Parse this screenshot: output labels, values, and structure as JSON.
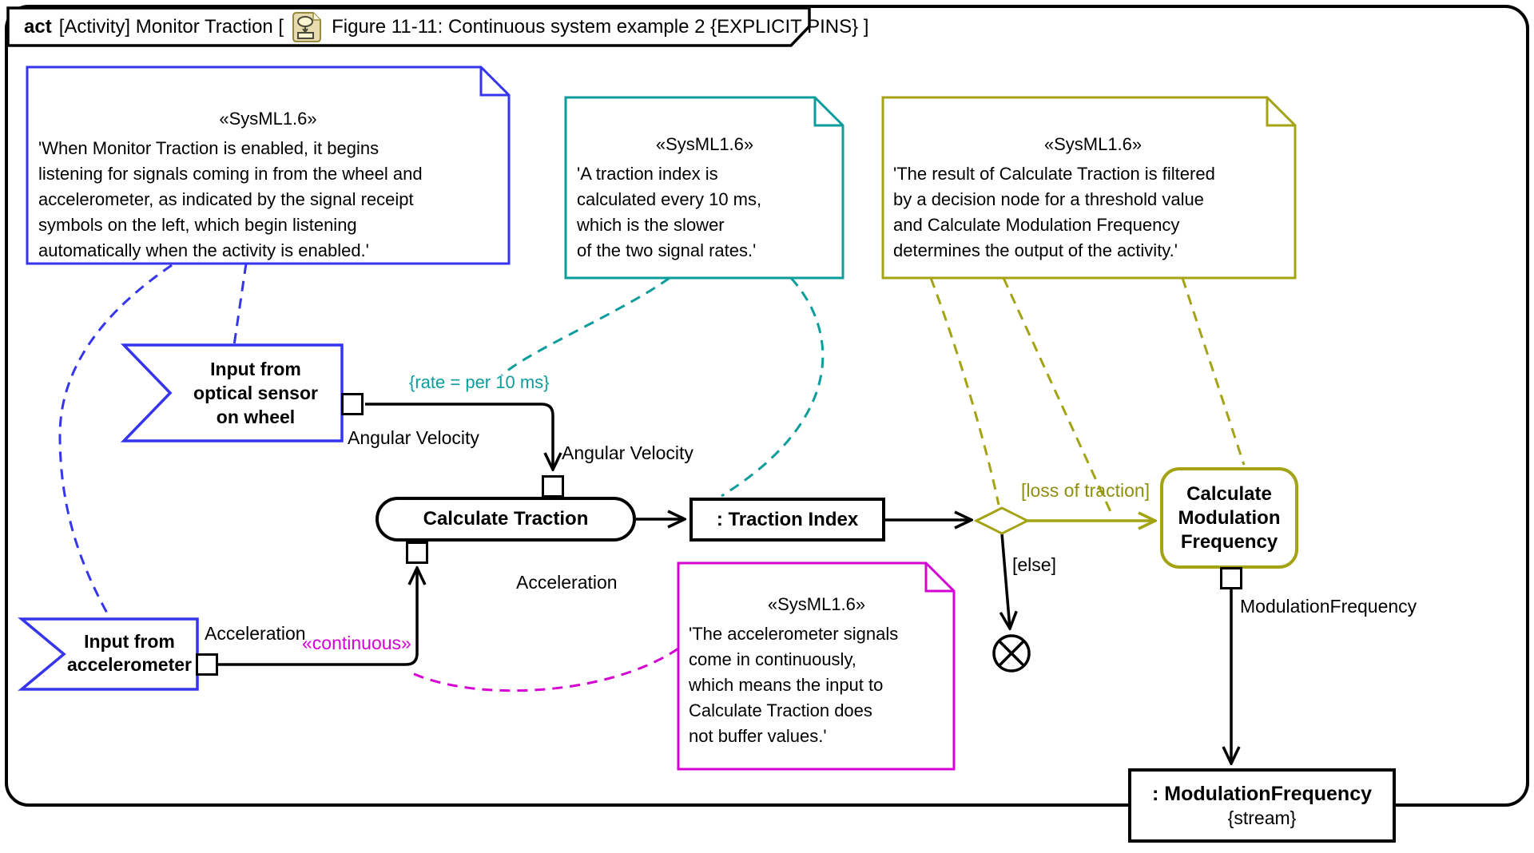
{
  "colors": {
    "note_blue": "#3535ee",
    "note_teal": "#0d9d9d",
    "note_olive": "#a3a314",
    "note_magenta": "#d400d4",
    "flow_black": "#000000",
    "title_icon_bg": "#e8dcae"
  },
  "title": {
    "keyword": "act",
    "pre_icon": "[Activity] Monitor Traction [",
    "post_icon": "Figure 11-11: Continuous system example 2  {EXPLICIT PINS} ]"
  },
  "notes": {
    "enable": {
      "stereotype": "«SysML1.6»",
      "body": "'When Monitor Traction is enabled, it begins\nlistening for signals coming in from the wheel and\naccelerometer, as indicated by the signal receipt\nsymbols on the left, which begin listening\nautomatically when the activity is enabled.'"
    },
    "rate": {
      "stereotype": "«SysML1.6»",
      "body": "'A traction index is\ncalculated every 10 ms,\nwhich is the slower\nof the two signal rates.'"
    },
    "decision": {
      "stereotype": "«SysML1.6»",
      "body": "'The result of Calculate Traction is filtered\nby a decision node for a threshold value\nand Calculate Modulation Frequency\ndetermines the output of the activity.'"
    },
    "continuous": {
      "stereotype": "«SysML1.6»",
      "body": "'The accelerometer signals\ncome in continuously,\nwhich means the input to\nCalculate Traction does\nnot buffer values.'"
    }
  },
  "nodes": {
    "optical_signal": "Input from\noptical sensor\non wheel",
    "accel_signal": "Input from\naccelerometer",
    "calculate_traction": "Calculate Traction",
    "traction_index": ": Traction Index",
    "calculate_modulation_frequency": "Calculate\nModulation\nFrequency",
    "modulation_frequency": ": ModulationFrequency",
    "modulation_frequency_constraint": "{stream}"
  },
  "edge_labels": {
    "rate_constraint": "{rate = per 10 ms}",
    "angular_velocity_source": "Angular Velocity",
    "angular_velocity_target": "Angular Velocity",
    "acceleration_source": "Acceleration",
    "acceleration_target": "Acceleration",
    "continuous": "«continuous»",
    "loss_of_traction": "[loss of traction]",
    "else_guard": "[else]",
    "modulation_frequency_out": "ModulationFrequency"
  }
}
